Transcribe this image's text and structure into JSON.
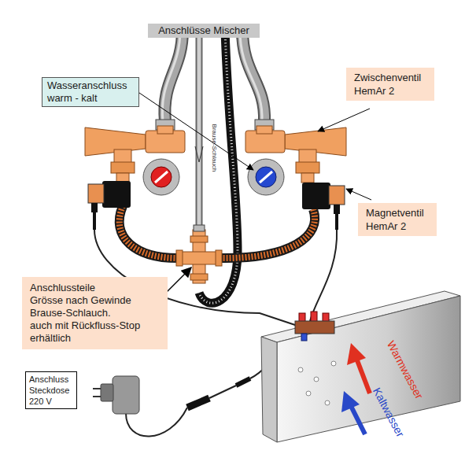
{
  "diagram": {
    "nodes": [
      {
        "text": [
          "Anschlüsse Mischer"
        ]
      },
      {
        "text": [
          "Wasseranschluss warm - kalt"
        ]
      },
      {
        "text": [
          "Zwischenventil HemAr 2"
        ]
      },
      {
        "text": [
          "Magnetventil HemAr 2"
        ]
      },
      {
        "text": [
          "Anschlussteile",
          "Grösse nach Gewinde Brause-Schlauch.",
          "auch mit Rückfluss-Stop erhältlich"
        ]
      },
      {
        "text": [
          "Anschluss Steckdose 220 V"
        ]
      }
    ],
    "labels": [
      "Brause-Schlauch",
      "Warmwasser",
      "Kaltwasser"
    ]
  }
}
